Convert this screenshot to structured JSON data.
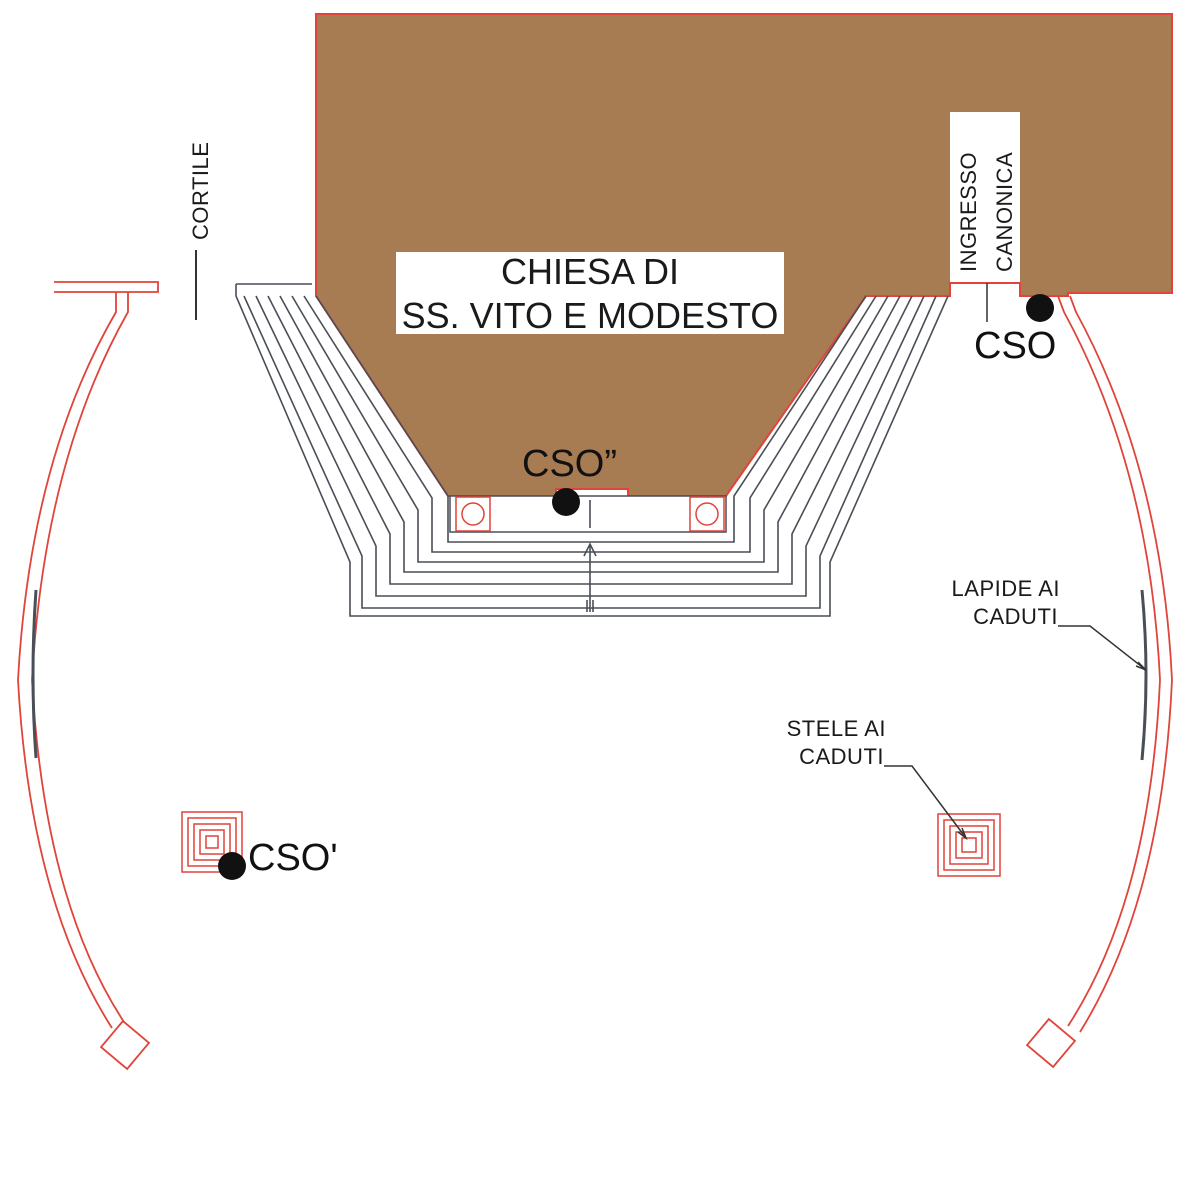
{
  "church": {
    "line1": "CHIESA DI",
    "line2": "SS. VITO E MODESTO"
  },
  "labels": {
    "cortile": "CORTILE",
    "ingresso": "INGRESSO",
    "canonica": "CANONICA",
    "lapide_line1": "LAPIDE AI",
    "lapide_line2": "CADUTI",
    "stele_line1": "STELE AI",
    "stele_line2": "CADUTI"
  },
  "points": {
    "cso": "CSO",
    "cso_prime": "CSO'",
    "cso_double": "CSO”"
  },
  "colors": {
    "building_fill": "#a87c52",
    "wall_red": "#e0443a",
    "steps_gray": "#4a4f57",
    "marker_black": "#111111"
  }
}
